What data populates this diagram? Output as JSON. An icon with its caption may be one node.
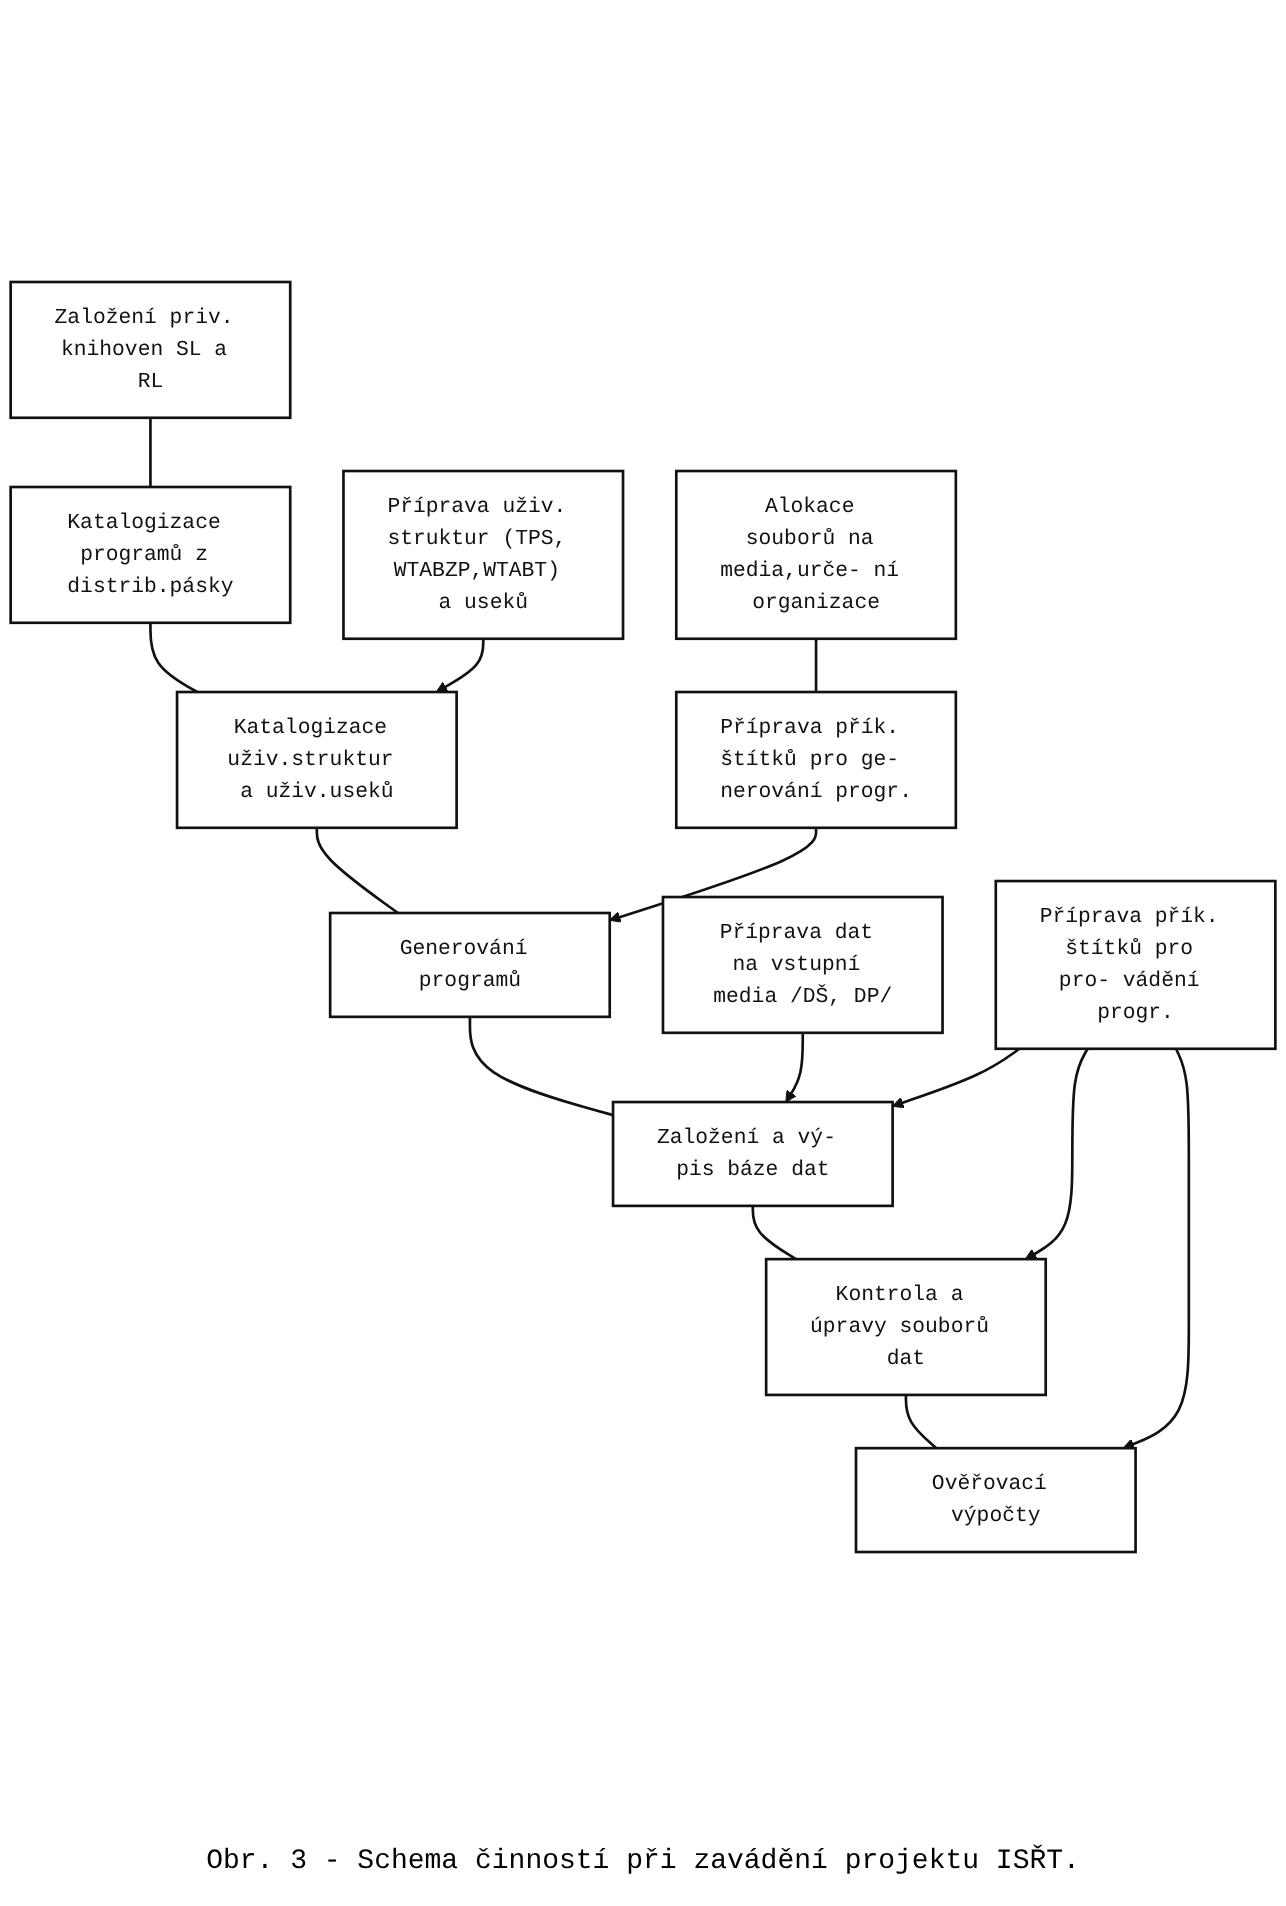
{
  "diagram": {
    "caption": "Obr. 3 - Schema činností při zavádění projektu ISŘT.",
    "nodes": [
      {
        "text": [
          "Založení priv. knihoven SL a RL"
        ]
      },
      {
        "text": [
          "Katalogizace programů z distrib.pásky"
        ]
      },
      {
        "text": [
          "Katalogizace uživ.struktur a uživ.useků"
        ]
      },
      {
        "text": [
          "Generování programů"
        ]
      },
      {
        "text": [
          "Založení a vý- pis báze dat"
        ]
      },
      {
        "text": [
          "Kontrola a úpravy souborů dat"
        ]
      },
      {
        "text": [
          "Ověřovací výpočty"
        ]
      },
      {
        "text": [
          "Příprava uživ. struktur (TPS, WTABZP,WTABT) a useků"
        ]
      },
      {
        "text": [
          "Alokace souborů na media,urče- ní organizace"
        ]
      },
      {
        "text": [
          "Příprava přík. štítků pro ge- nerování progr."
        ]
      },
      {
        "text": [
          "Příprava dat na vstupní media /DŠ, DP/"
        ]
      },
      {
        "text": [
          "Příprava přík. štítků pro pro- vádění progr."
        ]
      }
    ],
    "edges": [
      {
        "from": 0,
        "to": 1,
        "arrow": "none"
      },
      {
        "from": 1,
        "to": 2,
        "arrow": "none"
      },
      {
        "from": 2,
        "to": 3,
        "arrow": "none"
      },
      {
        "from": 3,
        "to": 4,
        "arrow": "none"
      },
      {
        "from": 4,
        "to": 5,
        "arrow": "none"
      },
      {
        "from": 5,
        "to": 6,
        "arrow": "none"
      },
      {
        "from": 7,
        "to": 2,
        "arrow": "to"
      },
      {
        "from": 8,
        "to": 9,
        "arrow": "none"
      },
      {
        "from": 9,
        "to": 3,
        "arrow": "to"
      },
      {
        "from": 10,
        "to": 4,
        "arrow": "to"
      },
      {
        "from": 11,
        "to": 4,
        "arrow": "to"
      },
      {
        "from": 11,
        "to": 5,
        "arrow": "to"
      },
      {
        "from": 11,
        "to": 6,
        "arrow": "to"
      }
    ]
  }
}
